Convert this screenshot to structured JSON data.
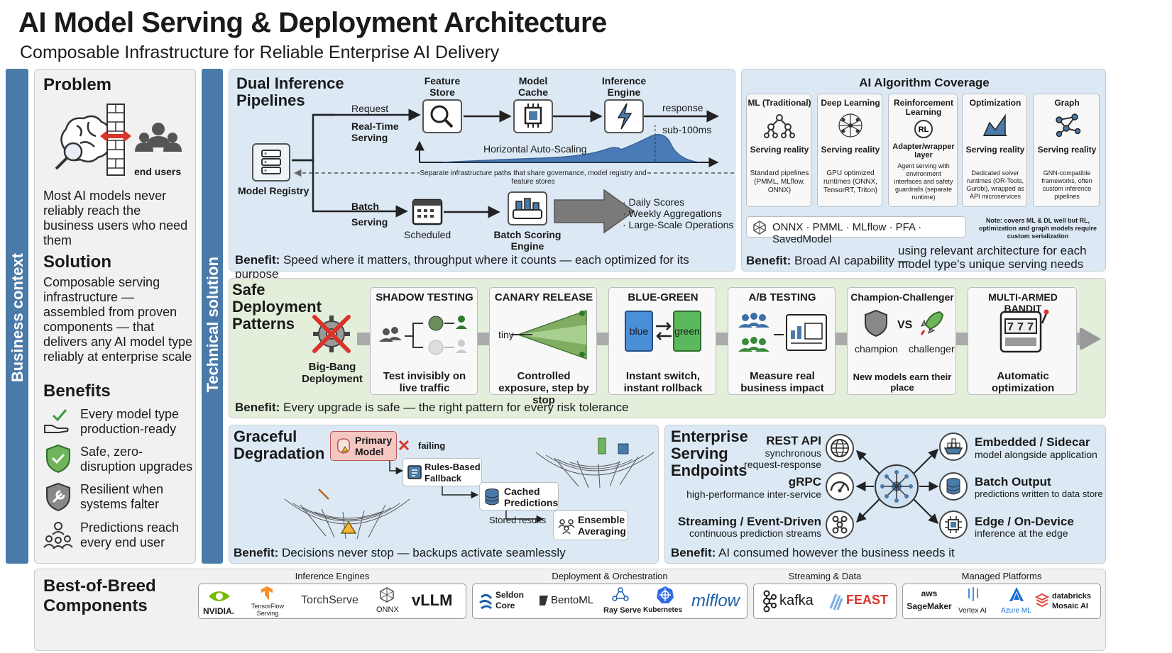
{
  "title": "AI Model Serving & Deployment Architecture",
  "subtitle": "Composable Infrastructure for Reliable Enterprise AI Delivery",
  "side_labels": {
    "business": "Business context",
    "technical": "Technical solution"
  },
  "problem": {
    "heading": "Problem",
    "icon_label": "end users",
    "text": "Most AI models never reliably reach the business users who need them"
  },
  "solution": {
    "heading": "Solution",
    "text": "Composable serving infrastructure — assembled from proven components — that delivers any AI model type reliably at enterprise scale"
  },
  "benefits": {
    "heading": "Benefits",
    "items": [
      "Every model type production-ready",
      "Safe, zero-disruption upgrades",
      "Resilient when systems falter",
      "Predictions reach every end user"
    ]
  },
  "pipelines": {
    "heading": "Dual Inference Pipelines",
    "registry": "Model Registry",
    "request": "Request",
    "realtime": "Real-Time Serving",
    "feature_store": "Feature Store",
    "model_cache": "Model Cache",
    "inference_engine": "Inference Engine",
    "response": "response",
    "latency": "sub-100ms",
    "autoscaling": "Horizontal Auto-Scaling",
    "separate_note": "Separate infrastructure paths that share governance, model registry and feature stores",
    "batch": "Batch Serving",
    "scheduled": "Scheduled",
    "batch_engine": "Batch Scoring Engine",
    "outputs": [
      "· Daily Scores",
      "· Weekly Aggregations",
      "· Large-Scale Operations"
    ],
    "benefit_label": "Benefit:",
    "benefit_text": "Speed where it matters, throughput where it counts — each optimized for its purpose"
  },
  "coverage": {
    "heading": "AI Algorithm Coverage",
    "cards": [
      {
        "title": "ML (Traditional)",
        "mid": "Serving reality",
        "desc": "Standard pipelines (PMML, MLflow, ONNX)"
      },
      {
        "title": "Deep Learning",
        "mid": "Serving reality",
        "desc": "GPU optimized runtimes (ONNX, TensorRT, Triton)"
      },
      {
        "title": "Reinforcement Learning",
        "mid": "Adapter/wrapper layer",
        "desc": "Agent serving with environment interfaces and safety guardrails (separate runtime)"
      },
      {
        "title": "Optimization",
        "mid": "Serving reality",
        "desc": "Dedicated solver runtimes (OR-Tools, Gurobi), wrapped as API microservices"
      },
      {
        "title": "Graph",
        "mid": "Serving reality",
        "desc": "GNN-compatible frameworks, often custom inference pipelines"
      }
    ],
    "formats": "ONNX · PMML · MLflow · PFA · SavedModel",
    "note": "Note: covers ML & DL well but RL, optimization and graph models require custom serialization",
    "benefit_label": "Benefit:",
    "benefit_text": "Broad AI capability —",
    "benefit_tail": "using relevant architecture for each model type's unique serving needs"
  },
  "deployment": {
    "heading": "Safe Deployment Patterns",
    "bigbang": "Big-Bang Deployment",
    "patterns": [
      {
        "title": "SHADOW TESTING",
        "desc": "Test invisibly on live traffic"
      },
      {
        "title": "CANARY RELEASE",
        "desc": "Controlled exposure, step by stop",
        "tag": "tiny"
      },
      {
        "title": "BLUE-GREEN",
        "desc": "Instant switch, instant rollback",
        "blue": "blue",
        "green": "green"
      },
      {
        "title": "A/B TESTING",
        "desc": "Measure real business impact"
      },
      {
        "title": "Champion-Challenger",
        "desc": "New models earn their place",
        "champion": "champion",
        "vs": "VS",
        "challenger": "challenger"
      },
      {
        "title": "MULTI-ARMED BANDIT",
        "desc": "Automatic optimization"
      }
    ],
    "benefit_label": "Benefit:",
    "benefit_text": "Every upgrade is safe — the right pattern for every risk tolerance"
  },
  "degradation": {
    "heading": "Graceful Degradation",
    "primary": "Primary Model",
    "failing": "failing",
    "rules": "Rules-Based Fallback",
    "cached": "Cached Predictions",
    "stored": "Stored results",
    "ensemble": "Ensemble Averaging",
    "benefit_label": "Benefit:",
    "benefit_text": "Decisions never stop — backups activate seamlessly"
  },
  "endpoints": {
    "heading": "Enterprise Serving Endpoints",
    "left": [
      {
        "title": "REST API",
        "sub": "synchronous request-response"
      },
      {
        "title": "gRPC",
        "sub": "high-performance inter-service"
      },
      {
        "title": "Streaming / Event-Driven",
        "sub": "continuous prediction streams"
      }
    ],
    "right": [
      {
        "title": "Embedded / Sidecar",
        "sub": "model alongside application"
      },
      {
        "title": "Batch Output",
        "sub": "predictions written to data store"
      },
      {
        "title": "Edge / On-Device",
        "sub": "inference at the edge"
      }
    ],
    "benefit_label": "Benefit:",
    "benefit_text": "AI consumed however the business needs it"
  },
  "components": {
    "heading": "Best-of-Breed Components",
    "groups": [
      {
        "label": "Inference Engines",
        "items": [
          "NVIDIA.",
          "TensorFlow Serving",
          "TorchServe",
          "ONNX",
          "vLLM"
        ]
      },
      {
        "label": "Deployment & Orchestration",
        "items": [
          "Seldon Core",
          "BentoML",
          "Ray Serve",
          "Kubernetes",
          "mlflow"
        ]
      },
      {
        "label": "Streaming & Data",
        "items": [
          "kafka",
          "FEAST"
        ]
      },
      {
        "label": "Managed Platforms",
        "items": [
          "aws SageMaker",
          "Vertex AI",
          "Azure ML",
          "databricks Mosaic AI"
        ]
      }
    ]
  },
  "colors": {
    "accent_blue": "#4a7aa8",
    "panel_blue": "#dce9f5",
    "panel_green": "#e3efdb",
    "panel_gray": "#f1f1f1",
    "alert_red": "#d9342b",
    "box_blue": "#4a8fd9",
    "box_green": "#5cb85c"
  }
}
